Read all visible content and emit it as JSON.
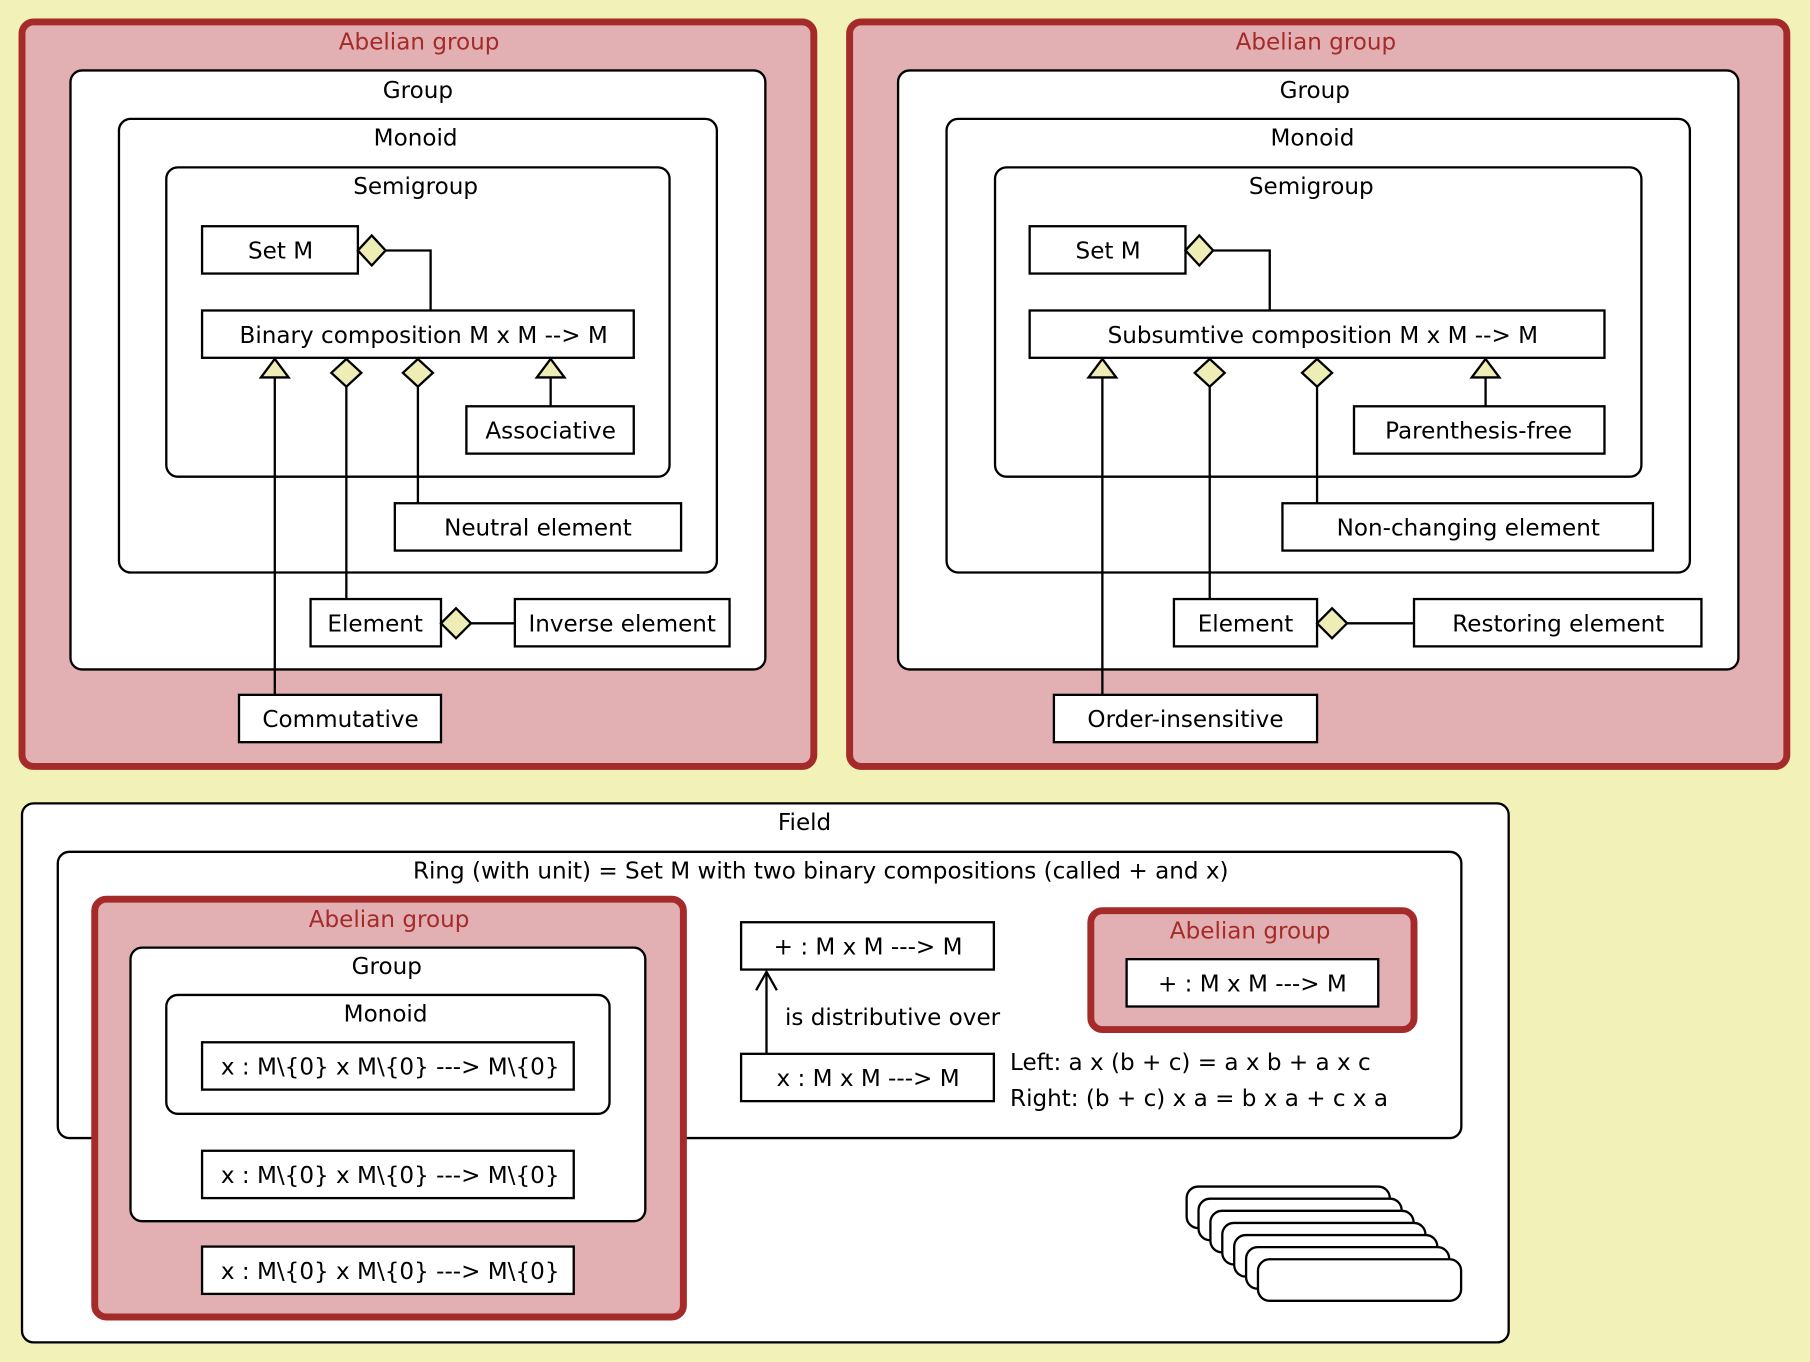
{
  "colors": {
    "background": "#F2F2B8",
    "abelian_fill": "#E2B0B2",
    "abelian_border": "#A52A2A",
    "abelian_label": "#A52A2A",
    "marker_fill": "#EDEDB5"
  },
  "left_abelian": {
    "title": "Abelian group",
    "group": "Group",
    "monoid": "Monoid",
    "semigroup": "Semigroup",
    "set": "Set M",
    "composition": "Binary composition M x M --> M",
    "associative": "Associative",
    "neutral": "Neutral element",
    "element": "Element",
    "inverse": "Inverse element",
    "commutative": "Commutative"
  },
  "right_abelian": {
    "title": "Abelian group",
    "group": "Group",
    "monoid": "Monoid",
    "semigroup": "Semigroup",
    "set": "Set M",
    "composition": "Subsumtive composition M x M --> M",
    "associative": "Parenthesis-free",
    "neutral": "Non-changing element",
    "element": "Element",
    "inverse": "Restoring element",
    "commutative": "Order-insensitive"
  },
  "field": {
    "title": "Field",
    "ring": {
      "title": "Ring (with unit) = Set M with two binary compositions (called + and x)",
      "mult_abelian": {
        "title": "Abelian group",
        "group": "Group",
        "monoid": "Monoid",
        "monoid_op": "x : M\\{0} x M\\{0} ---> M\\{0}",
        "group_op": "x : M\\{0} x M\\{0} ---> M\\{0}",
        "abelian_op": "x : M\\{0} x M\\{0} ---> M\\{0}"
      },
      "plus_op": "+ : M x M ---> M",
      "times_op": "x : M x M ---> M",
      "relation_label": "is distributive over",
      "left_law": "Left: a x (b + c) = a x b + a x c",
      "right_law": "Right: (b + c) x a = b x a + c x a",
      "add_abelian": {
        "title": "Abelian group",
        "op": "+ : M x M ---> M"
      }
    },
    "stack_count": 7
  }
}
